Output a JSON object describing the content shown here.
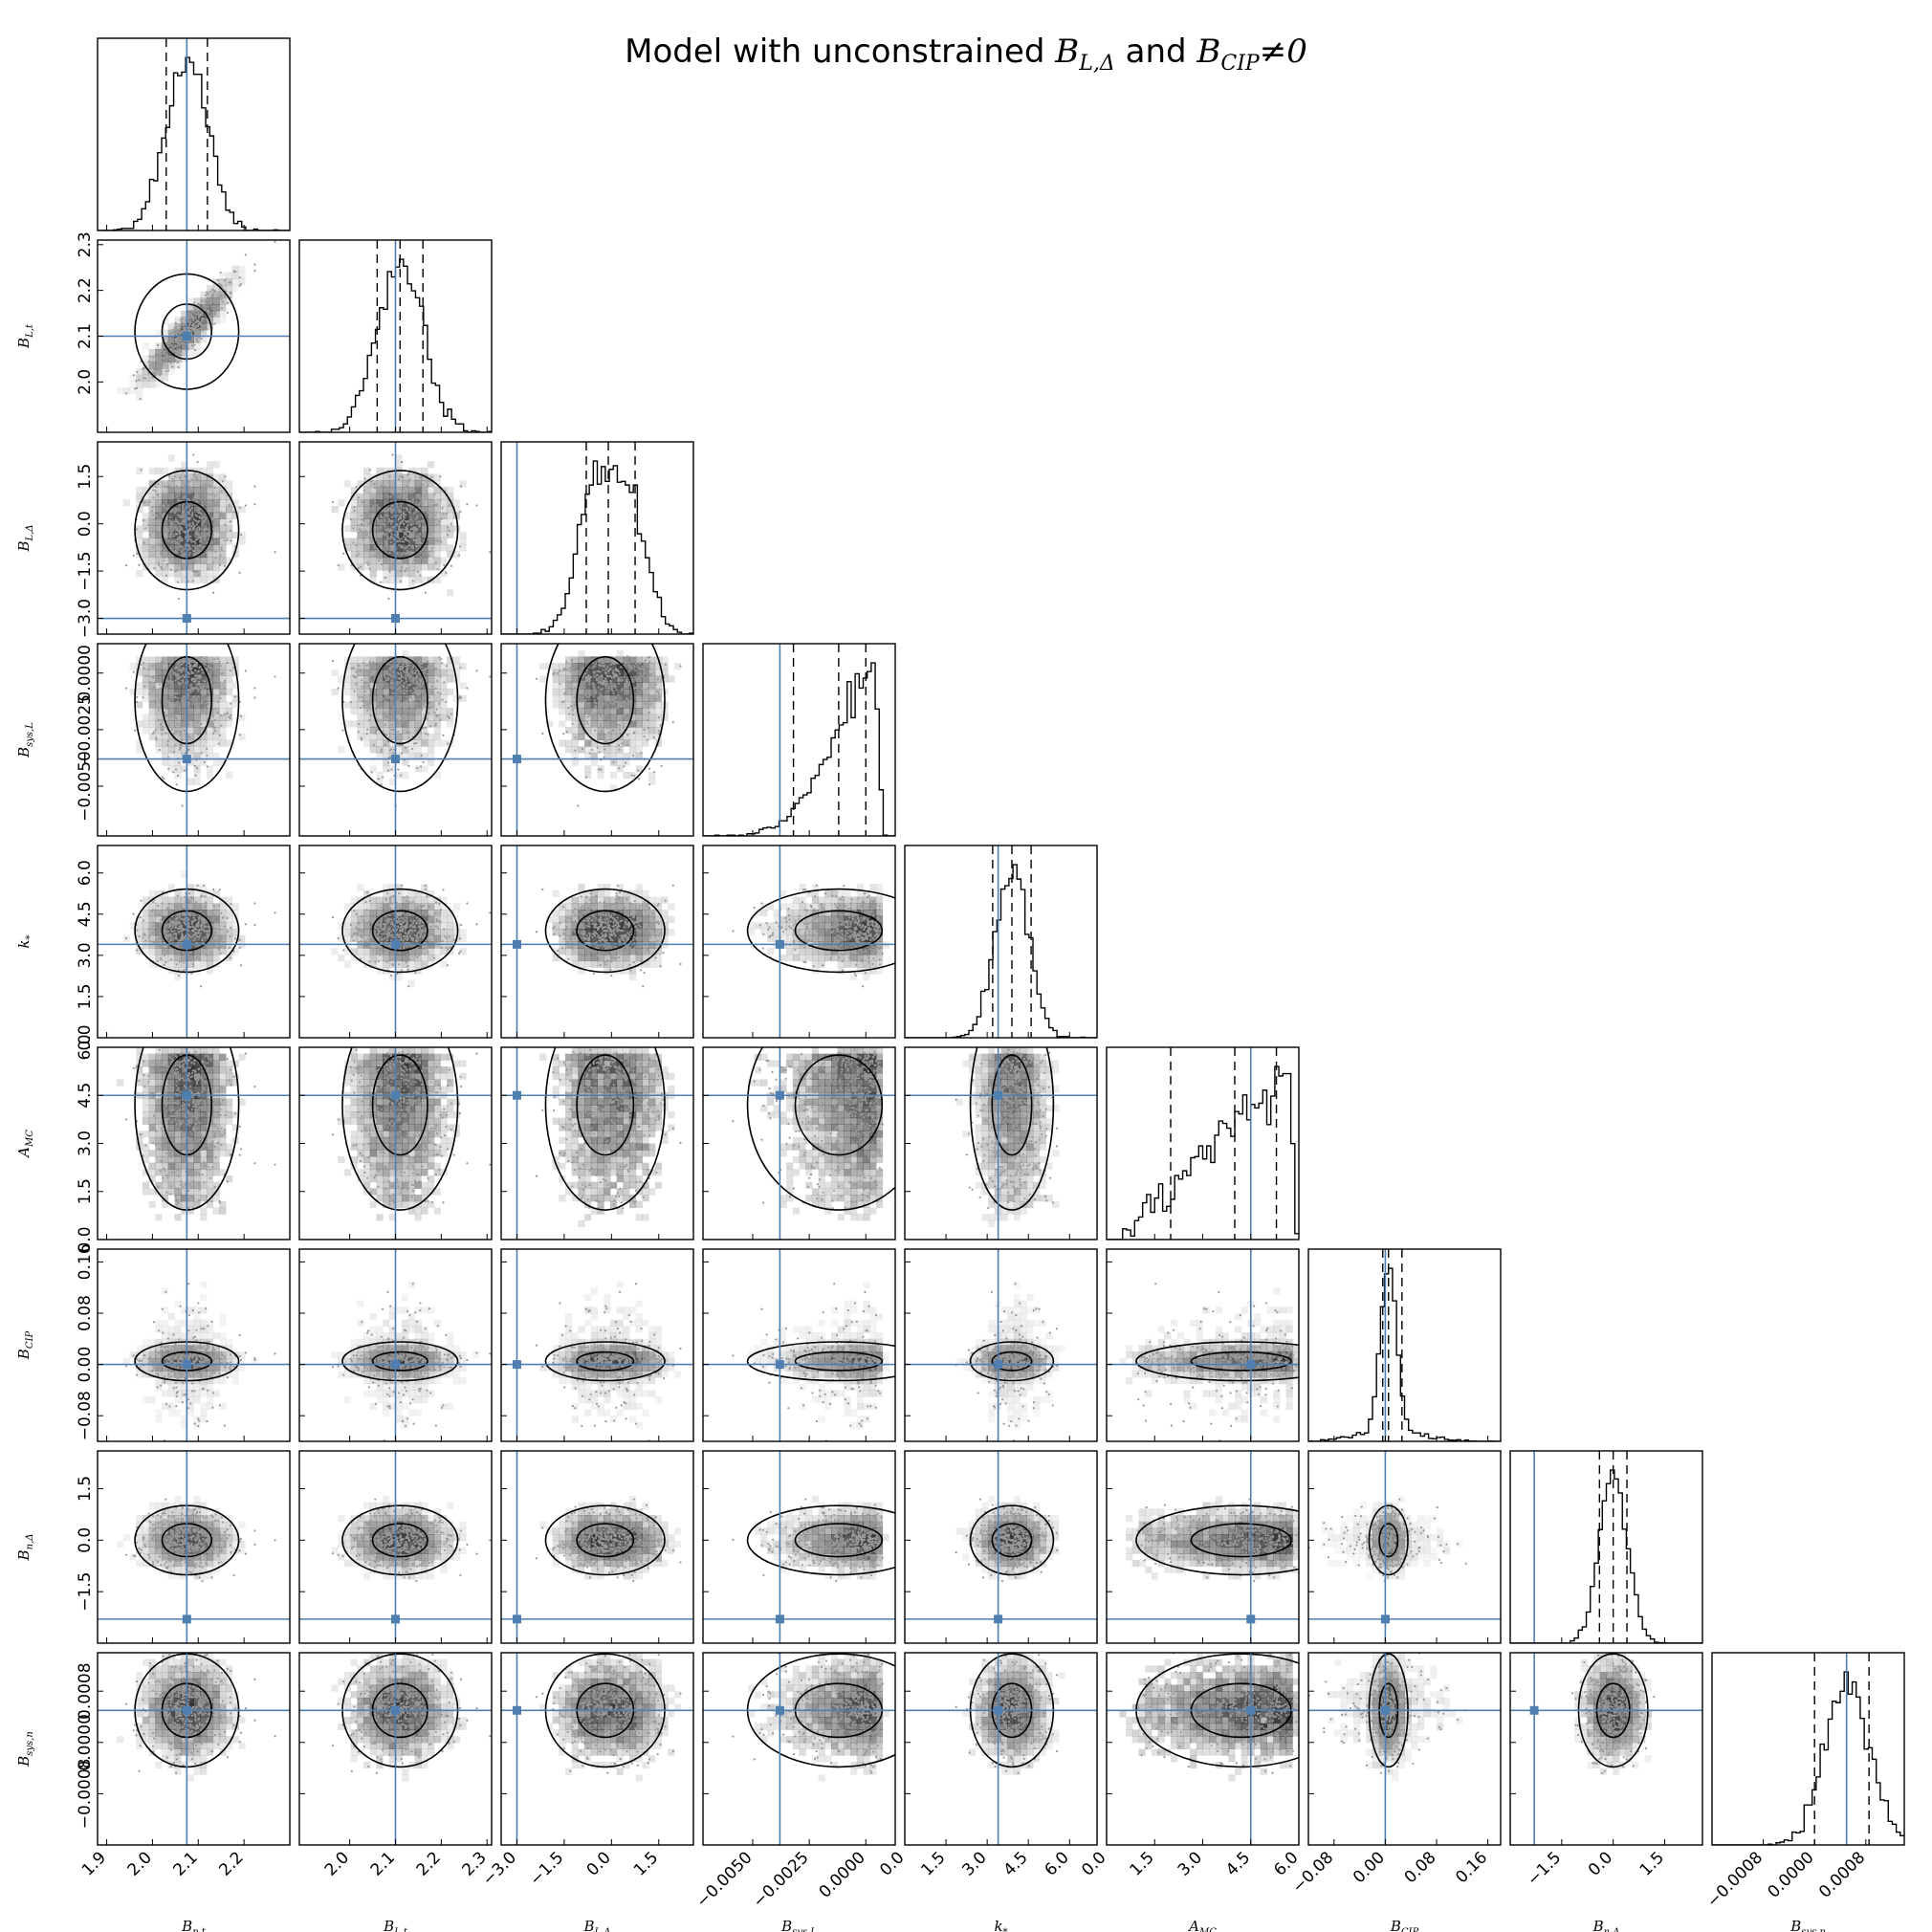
{
  "title": {
    "prefix": "Model with unconstrained ",
    "sym1": "B",
    "sub1": "L,Δ",
    "middle": " and ",
    "sym2": "B",
    "sub2": "CIP",
    "suffix": "≠0"
  },
  "colors": {
    "truth": "#4f7fb0",
    "ink": "#000000",
    "density": "#222222"
  },
  "chart_data": {
    "type": "corner",
    "grid": false,
    "parameters": [
      {
        "id": "B_n_t",
        "label": "B",
        "sub": "n,t",
        "range": [
          1.88,
          2.3
        ],
        "ticks": [
          1.9,
          2.0,
          2.1,
          2.2
        ],
        "tick_labels": [
          "1.9",
          "2.0",
          "2.1",
          "2.2"
        ],
        "truth": 2.075,
        "mean": 2.075,
        "sd": 0.045,
        "quantiles": [
          2.03,
          2.075,
          2.12
        ],
        "shape": "normal"
      },
      {
        "id": "B_L_t",
        "label": "B",
        "sub": "L,t",
        "range": [
          1.89,
          2.31
        ],
        "ticks": [
          2.0,
          2.1,
          2.2,
          2.3
        ],
        "tick_labels": [
          "2.0",
          "2.1",
          "2.2",
          "2.3"
        ],
        "truth": 2.1,
        "mean": 2.11,
        "sd": 0.05,
        "quantiles": [
          2.06,
          2.11,
          2.16
        ],
        "shape": "normal"
      },
      {
        "id": "B_L_Delta",
        "label": "B",
        "sub": "L,Δ",
        "range": [
          -3.5,
          2.6
        ],
        "ticks": [
          -3.0,
          -1.5,
          0.0,
          1.5
        ],
        "tick_labels": [
          "−3.0",
          "−1.5",
          "0.0",
          "1.5"
        ],
        "truth": -3.0,
        "mean": -0.2,
        "sd": 0.75,
        "quantiles": [
          -0.8,
          -0.1,
          0.75
        ],
        "shape": "bimodal"
      },
      {
        "id": "B_sys_L",
        "label": "B",
        "sub": "sys,L",
        "range": [
          -0.0072,
          0.0013
        ],
        "ticks": [
          -0.005,
          -0.0025,
          0.0
        ],
        "tick_labels": [
          "−0.0050",
          "−0.0025",
          "0.0000"
        ],
        "truth": -0.0038,
        "mean": -0.0012,
        "sd": 0.0016,
        "quantiles": [
          -0.0032,
          -0.0012,
          0.0
        ],
        "shape": "skew-left"
      },
      {
        "id": "k_star",
        "label": "k",
        "sub": "*",
        "range": [
          0.0,
          7.0
        ],
        "ticks": [
          0.0,
          1.5,
          3.0,
          4.5,
          6.0
        ],
        "tick_labels": [
          "0.0",
          "1.5",
          "3.0",
          "4.5",
          "6.0"
        ],
        "truth": 3.4,
        "mean": 3.9,
        "sd": 0.6,
        "quantiles": [
          3.2,
          3.9,
          4.6
        ],
        "shape": "normal"
      },
      {
        "id": "A_MC",
        "label": "A",
        "sub": "MC",
        "range": [
          0.0,
          6.0
        ],
        "ticks": [
          0.0,
          1.5,
          3.0,
          4.5,
          6.0
        ],
        "tick_labels": [
          "0.0",
          "1.5",
          "3.0",
          "4.5",
          "6.0"
        ],
        "truth": 4.5,
        "mean": 4.2,
        "sd": 1.3,
        "quantiles": [
          2.0,
          4.0,
          5.3
        ],
        "shape": "rising"
      },
      {
        "id": "B_CIP",
        "label": "B",
        "sub": "CIP",
        "range": [
          -0.12,
          0.18
        ],
        "ticks": [
          -0.08,
          0.0,
          0.08,
          0.16
        ],
        "tick_labels": [
          "−0.08",
          "0.00",
          "0.08",
          "0.16"
        ],
        "truth": 0.0,
        "mean": 0.005,
        "sd": 0.012,
        "quantiles": [
          -0.004,
          0.005,
          0.026
        ],
        "shape": "peaked"
      },
      {
        "id": "B_n_Delta",
        "label": "B",
        "sub": "n,Δ",
        "range": [
          -3.0,
          2.6
        ],
        "ticks": [
          -1.5,
          0.0,
          1.5
        ],
        "tick_labels": [
          "−1.5",
          "0.0",
          "1.5"
        ],
        "truth": -2.3,
        "mean": 0.0,
        "sd": 0.4,
        "quantiles": [
          -0.4,
          0.0,
          0.4
        ],
        "shape": "normal"
      },
      {
        "id": "B_sys_n",
        "label": "B",
        "sub": "sys,n",
        "range": [
          -0.0016,
          0.0014
        ],
        "ticks": [
          -0.0008,
          0.0,
          0.0008
        ],
        "tick_labels": [
          "−0.0008",
          "0.0000",
          "0.0008"
        ],
        "truth": 0.0005,
        "mean": 0.0005,
        "sd": 0.00035,
        "quantiles": [
          0.0,
          0.0005,
          0.00085
        ],
        "shape": "normal"
      }
    ],
    "correlations": {
      "B_n_t|B_L_t": 0.92,
      "B_sys_L|B_L_Delta": 0.3,
      "B_L_Delta|B_n_Delta": 0.45,
      "B_sys_L|B_sys_n": 0.55
    }
  }
}
